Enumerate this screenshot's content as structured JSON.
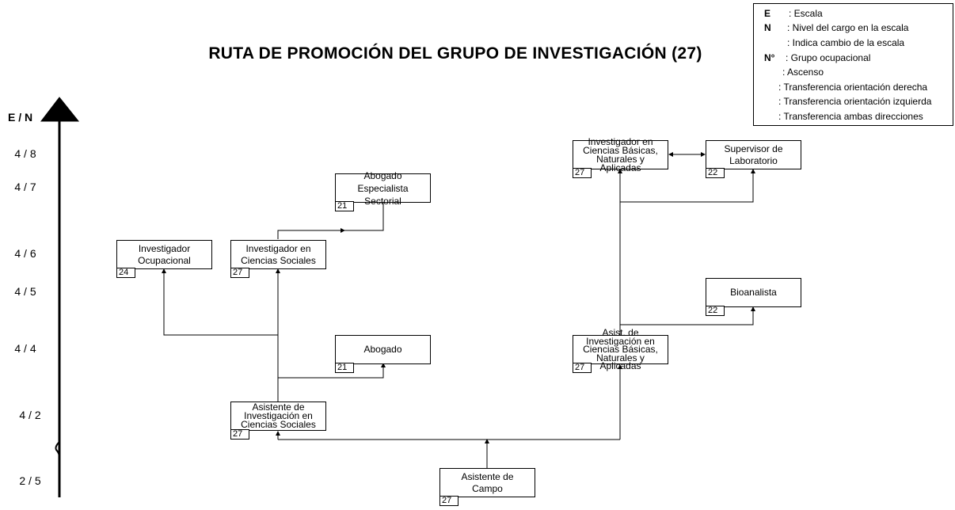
{
  "title": "RUTA DE PROMOCIÓN DEL GRUPO DE INVESTIGACIÓN (27)",
  "axis": {
    "label": "E / N",
    "levels": [
      "4 / 8",
      "4 / 7",
      "4 / 6",
      "4 / 5",
      "4 / 4",
      "4 / 2",
      "2 / 5"
    ]
  },
  "legend": {
    "scale_key": "E",
    "scale_desc": ": Escala",
    "level_key": "N",
    "level_desc": ": Nivel del cargo en la escala",
    "change_desc": ": Indica cambio de la escala",
    "group_key": "N°",
    "group_desc": ": Grupo ocupacional",
    "ascent_desc": ": Ascenso",
    "right_desc": ": Transferencia orientación derecha",
    "left_desc": ": Transferencia orientación izquierda",
    "both_desc": ": Transferencia ambas direcciones"
  },
  "boxes": {
    "inv_cbn_top": {
      "label": "Investigador en\nCiencias Básicas,\nNaturales y\nAplicadas",
      "code": "27"
    },
    "supervisor": {
      "label": "Supervisor de\nLaboratorio",
      "code": "22"
    },
    "abogado_esp": {
      "label": "Abogado\nEspecialista\nSectorial",
      "code": "21"
    },
    "inv_ocup": {
      "label": "Investigador\nOcupacional",
      "code": "24"
    },
    "inv_cs": {
      "label": "Investigador en\nCiencias Sociales",
      "code": "27"
    },
    "bioanalista": {
      "label": "Bioanalista",
      "code": "22"
    },
    "abogado": {
      "label": "Abogado",
      "code": "21"
    },
    "asis_cbn": {
      "label": "Asist. de\nInvestigación en\nCiencias Básicas,\nNaturales y\nAplicadas",
      "code": "27"
    },
    "asis_cs": {
      "label": "Asistente de\nInvestigación en\nCiencias Sociales",
      "code": "27"
    },
    "asis_campo": {
      "label": "Asistente de\nCampo",
      "code": "27"
    }
  }
}
